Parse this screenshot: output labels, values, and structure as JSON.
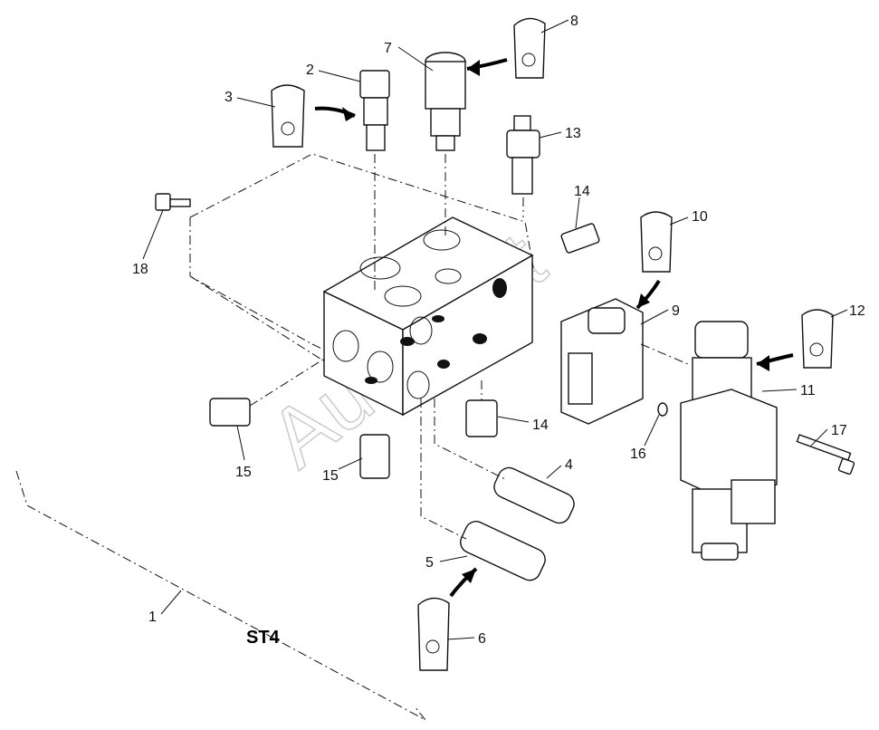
{
  "callouts": {
    "c1": "1",
    "c2": "2",
    "c3": "3",
    "c4": "4",
    "c5": "5",
    "c6": "6",
    "c7": "7",
    "c8": "8",
    "c9": "9",
    "c10": "10",
    "c11": "11",
    "c12": "12",
    "c13": "13",
    "c14a": "14",
    "c14b": "14",
    "c15a": "15",
    "c15b": "15",
    "c16": "16",
    "c17": "17",
    "c18": "18"
  },
  "section_label": "ST4",
  "watermark": "AutoSoft"
}
